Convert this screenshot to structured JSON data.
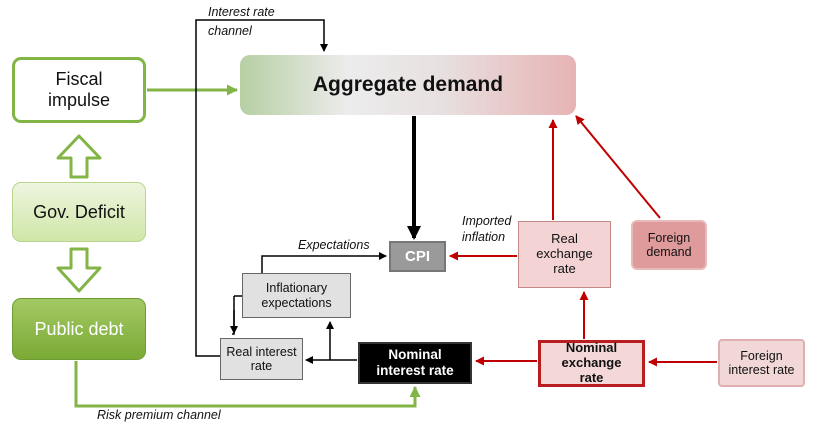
{
  "nodes": {
    "fiscal_impulse": "Fiscal impulse",
    "gov_deficit": "Gov. Deficit",
    "public_debt": "Public debt",
    "aggregate_demand": "Aggregate demand",
    "cpi": "CPI",
    "inflationary_expectations": "Inflationary expectations",
    "real_interest_rate": "Real interest rate",
    "nominal_interest_rate": "Nominal interest rate",
    "real_exchange_rate": "Real exchange rate",
    "foreign_demand": "Foreign demand",
    "nominal_exchange_rate": "Nominal exchange rate",
    "foreign_interest_rate": "Foreign interest rate"
  },
  "labels": {
    "interest_rate_channel": "Interest rate channel",
    "expectations": "Expectations",
    "imported_inflation": "Imported inflation",
    "risk_premium_channel": "Risk premium channel"
  },
  "colors": {
    "green": "#82b446",
    "red": "#c00000",
    "black": "#000000"
  }
}
